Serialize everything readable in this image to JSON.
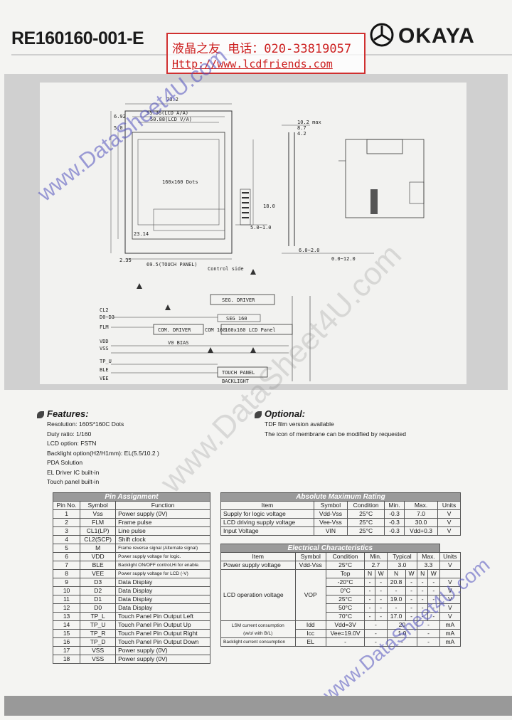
{
  "header": {
    "title": "RE160160-001-E",
    "logo_text": "OKAYA",
    "stamp_line1": "液晶之友 电话：020-33819057",
    "stamp_line2": "Http://www.lcdfriends.com"
  },
  "watermarks": {
    "left": "www.DataSheet4U.com",
    "center": "www.DataSheet4U.com",
    "right": "www.DataSheet4U.com"
  },
  "drawing": {
    "labels": {
      "dim_73_2": "73.2",
      "dim_55_36": "55.36(LCD A/A)",
      "dim_50_88": "50.88(LCD V/A)",
      "dim_6_92": "6.92",
      "dim_5_0": "5.0",
      "dots": "160x160 Dots",
      "dim_69_5": "69.5(TOUCH PANEL)",
      "dim_23_14": "23.14",
      "dim_2_35": "2.35",
      "dim_10_2": "10.2 max",
      "dim_8_7": "8.7",
      "dim_4_2": "4.2",
      "dim_18_0": "18.0",
      "dim_5_0_b": "5.0~1.0",
      "dim_6_0": "6.0~2.0",
      "dim_0_0": "0.0~12.0",
      "control_side": "Control side",
      "seg_driver": "SEG. DRIVER",
      "seg_ic": "SEG 160",
      "com_driver": "COM. DRIVER",
      "com_ic": "COM 160",
      "lcd": "160x160 LCD Panel",
      "touch": "TOUCH PANEL",
      "backlight": "BACKLIGHT",
      "vout": "V0 BIAS",
      "sig_cl2": "CL2",
      "sig_d0": "D0~D3",
      "sig_flm": "FLM",
      "sig_vdd": "VDD",
      "sig_vss": "VSS",
      "sig_tp": "TP_U",
      "sig_ble": "BLE",
      "sig_vee": "VEE"
    }
  },
  "features": {
    "heading": "Features:",
    "items": [
      "Resolution: 160S*160C Dots",
      "Duty ratio: 1/160",
      "LCD option: FSTN",
      "Backlight option(H2/H1mm): EL(5.5/10.2 )",
      "PDA Solution",
      "EL Driver IC built-in",
      "Touch panel built-in"
    ]
  },
  "optional": {
    "heading": "Optional:",
    "items": [
      "TDF film version available",
      "The icon of membrane can be modified by requested"
    ]
  },
  "pin_table": {
    "title": "Pin Assignment",
    "headers": [
      "Pin No.",
      "Symbol",
      "Function"
    ],
    "rows": [
      [
        "1",
        "Vss",
        "Power supply (0V)"
      ],
      [
        "2",
        "FLM",
        "Frame pulse"
      ],
      [
        "3",
        "CL1(LP)",
        "Line pulse"
      ],
      [
        "4",
        "CL2(SCP)",
        "Shift clock"
      ],
      [
        "5",
        "M",
        "Frame reverse signal (Alternate signal)"
      ],
      [
        "6",
        "VDD",
        "Power supply voltage for logic."
      ],
      [
        "7",
        "BLE",
        "Backlight ON/OFF control,Hi for enable."
      ],
      [
        "8",
        "VEE",
        "Power supply voltage for LCD (-V)"
      ],
      [
        "9",
        "D3",
        "Data Display"
      ],
      [
        "10",
        "D2",
        "Data Display"
      ],
      [
        "11",
        "D1",
        "Data Display"
      ],
      [
        "12",
        "D0",
        "Data Display"
      ],
      [
        "13",
        "TP_L",
        "Touch Panel Pin Output Left"
      ],
      [
        "14",
        "TP_U",
        "Touch Panel Pin Output Up"
      ],
      [
        "15",
        "TP_R",
        "Touch Panel Pin Output Right"
      ],
      [
        "16",
        "TP_D",
        "Touch Panel Pin Output Down"
      ],
      [
        "17",
        "VSS",
        "Power supply (0V)"
      ],
      [
        "18",
        "VSS",
        "Power supply (0V)"
      ]
    ]
  },
  "abs_table": {
    "title": "Absolute Maximum Rating",
    "headers": [
      "Item",
      "Symbol",
      "Condition",
      "Min.",
      "Max.",
      "Units"
    ],
    "rows": [
      [
        "Supply for logic voltage",
        "Vdd-Vss",
        "25°C",
        "-0.3",
        "7.0",
        "V"
      ],
      [
        "LCD driving supply voltage",
        "Vee-Vss",
        "25°C",
        "-0.3",
        "30.0",
        "V"
      ],
      [
        "Input Voltage",
        "VIN",
        "25°C",
        "-0.3",
        "Vdd+0.3",
        "V"
      ]
    ]
  },
  "elec_table": {
    "title": "Electrical Characteristics",
    "headers": [
      "Item",
      "Symbol",
      "Condition",
      "Min.",
      "Typical",
      "Max.",
      "Units"
    ],
    "power": [
      "Power supply voltage",
      "Vdd-Vss",
      "25°C",
      "2.7",
      "3.0",
      "3.3",
      "V"
    ],
    "lcd_item": "LCD operation voltage",
    "lcd_symbol": "VOP",
    "lcd_top": "Top",
    "nw": [
      "N",
      "W",
      "N",
      "W",
      "N",
      "W"
    ],
    "lcd_rows": [
      [
        "-20°C",
        "-",
        "-",
        "20.8",
        "-",
        "-",
        "-",
        "V"
      ],
      [
        "0°C",
        "-",
        "-",
        "-",
        "-",
        "-",
        "-",
        "V"
      ],
      [
        "25°C",
        "-",
        "-",
        "19.0",
        "-",
        "-",
        "-",
        "V"
      ],
      [
        "50°C",
        "-",
        "-",
        "-",
        "-",
        "-",
        "-",
        "V"
      ],
      [
        "70°C",
        "-",
        "-",
        "17.0",
        "-",
        "-",
        "-",
        "V"
      ]
    ],
    "lsm_item": "LSM current consumption",
    "lsm_item2": "(w/o/ with B/L)",
    "idd": [
      "Idd",
      "Vdd=3V",
      "-",
      "20",
      "-",
      "mA"
    ],
    "icc": [
      "Icc",
      "Vee=19.0V",
      "-",
      "1.0",
      "-",
      "mA"
    ],
    "bl": [
      "Backlight current consumption",
      "EL",
      "-",
      "-",
      "-",
      "-",
      "mA"
    ]
  },
  "colors": {
    "table_header": "#9a9a9a",
    "stamp_red": "#cc2020",
    "watermark_blue": "#5050be"
  }
}
